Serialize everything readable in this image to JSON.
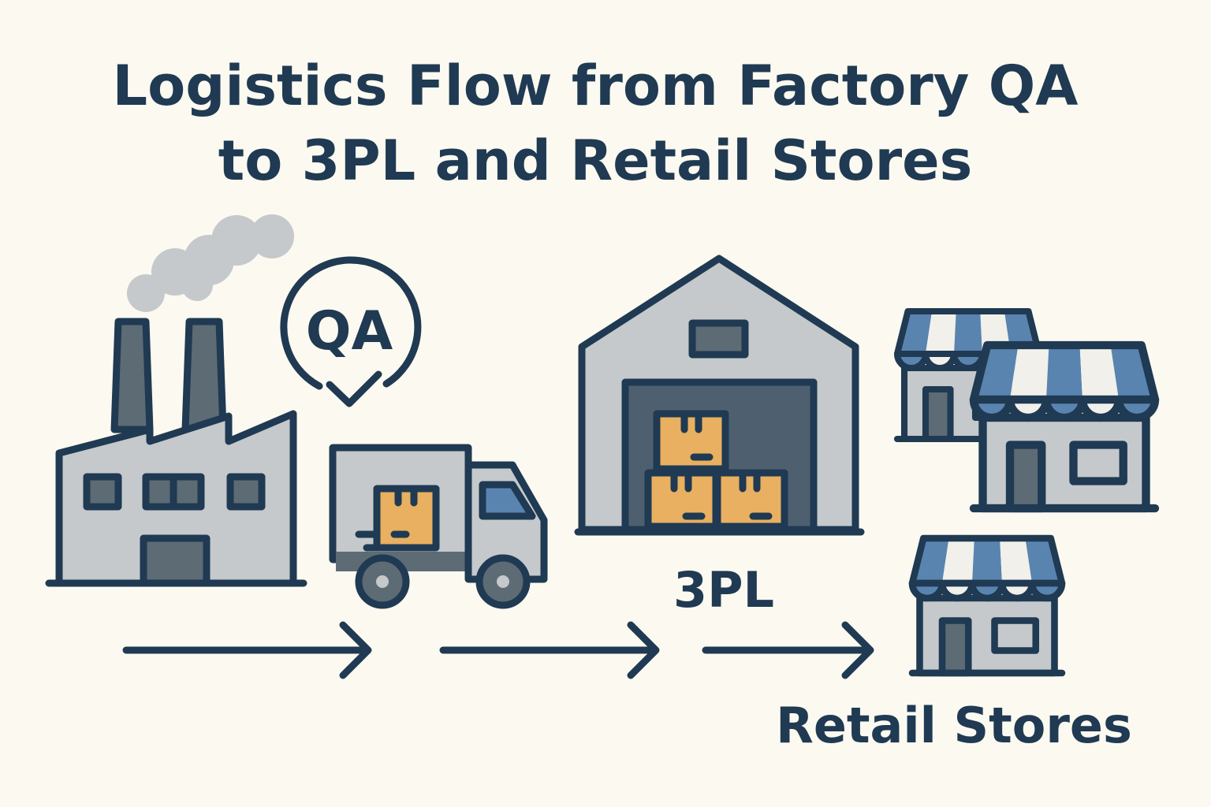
{
  "title": {
    "line1": "Logistics Flow from Factory QA",
    "line2": "to 3PL and Retail Stores"
  },
  "nodes": {
    "factory": {
      "icon": "factory-icon"
    },
    "qa": {
      "label": "QA",
      "icon": "qa-check-badge-icon"
    },
    "truck": {
      "icon": "delivery-truck-icon"
    },
    "warehouse": {
      "label": "3PL",
      "icon": "warehouse-icon"
    },
    "stores": {
      "label": "Retail Stores",
      "icon": "store-icon"
    }
  },
  "colors": {
    "background": "#fcf9f0",
    "outline": "#1f3a52",
    "building": "#c5c9cc",
    "dark": "#5d6b75",
    "box": "#e8b060",
    "awning": "#5a84b0"
  }
}
